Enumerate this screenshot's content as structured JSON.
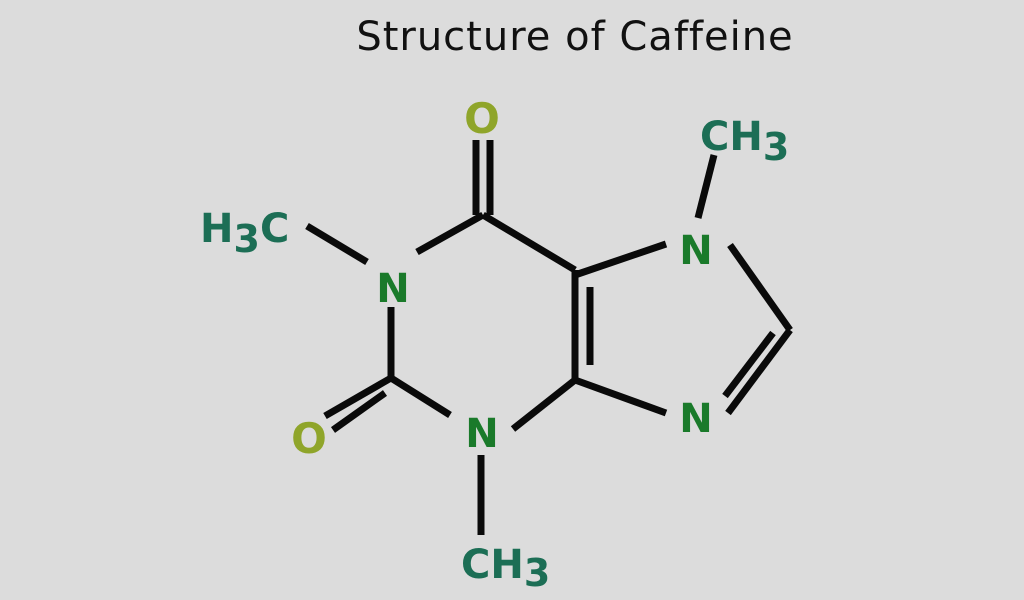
{
  "title": "Structure of Caffeine",
  "colors": {
    "background": "#dcdcdc",
    "bond": "#0a0a0a",
    "nitrogen": "#1a7a2a",
    "oxygen": "#8fa52a",
    "methyl": "#1c6e55"
  },
  "molecule": {
    "name": "Caffeine",
    "atoms": {
      "o_top": "O",
      "o_left": "O",
      "n1": "N",
      "n3": "N",
      "n7": "N",
      "n9": "N",
      "methyl_left": {
        "main": "H",
        "sub": "3",
        "tail": "C"
      },
      "methyl_top_right": {
        "main": "CH",
        "sub": "3"
      },
      "methyl_bottom": {
        "main": "CH",
        "sub": "3"
      }
    }
  }
}
